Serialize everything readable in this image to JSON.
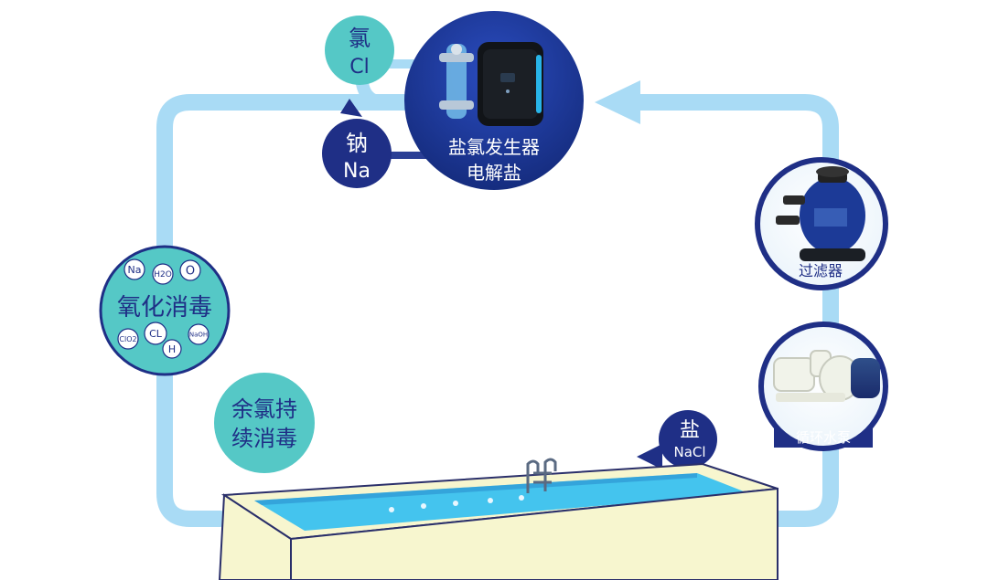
{
  "colors": {
    "pipe": "#a9dbf5",
    "pipe_dark": "#8fd0f0",
    "teal": "#55c8c6",
    "navy": "#1f2f86",
    "white": "#ffffff",
    "pool_water": "#44c4ee",
    "pool_rim": "#f7f6cf",
    "pool_border": "#2a2f6a"
  },
  "chlorine": {
    "line1": "氯",
    "line2": "Cl"
  },
  "sodium": {
    "line1": "钠",
    "line2": "Na"
  },
  "generator": {
    "line1": "盐氯发生器",
    "line2": "电解盐",
    "icon": "salt-chlorinator-icon"
  },
  "oxidation": {
    "label": "氧化消毒",
    "molecules": [
      "Na",
      "H2O",
      "O",
      "ClO2",
      "CL",
      "H",
      "NaOH"
    ]
  },
  "residual": {
    "line1": "余氯持",
    "line2": "续消毒"
  },
  "filter": {
    "label": "过滤器",
    "icon": "sand-filter-icon"
  },
  "pump": {
    "label": "循环水泵",
    "icon": "water-pump-icon"
  },
  "salt": {
    "line1": "盐",
    "line2": "NaCl"
  },
  "pool": {
    "icon": "swimming-pool-icon"
  }
}
